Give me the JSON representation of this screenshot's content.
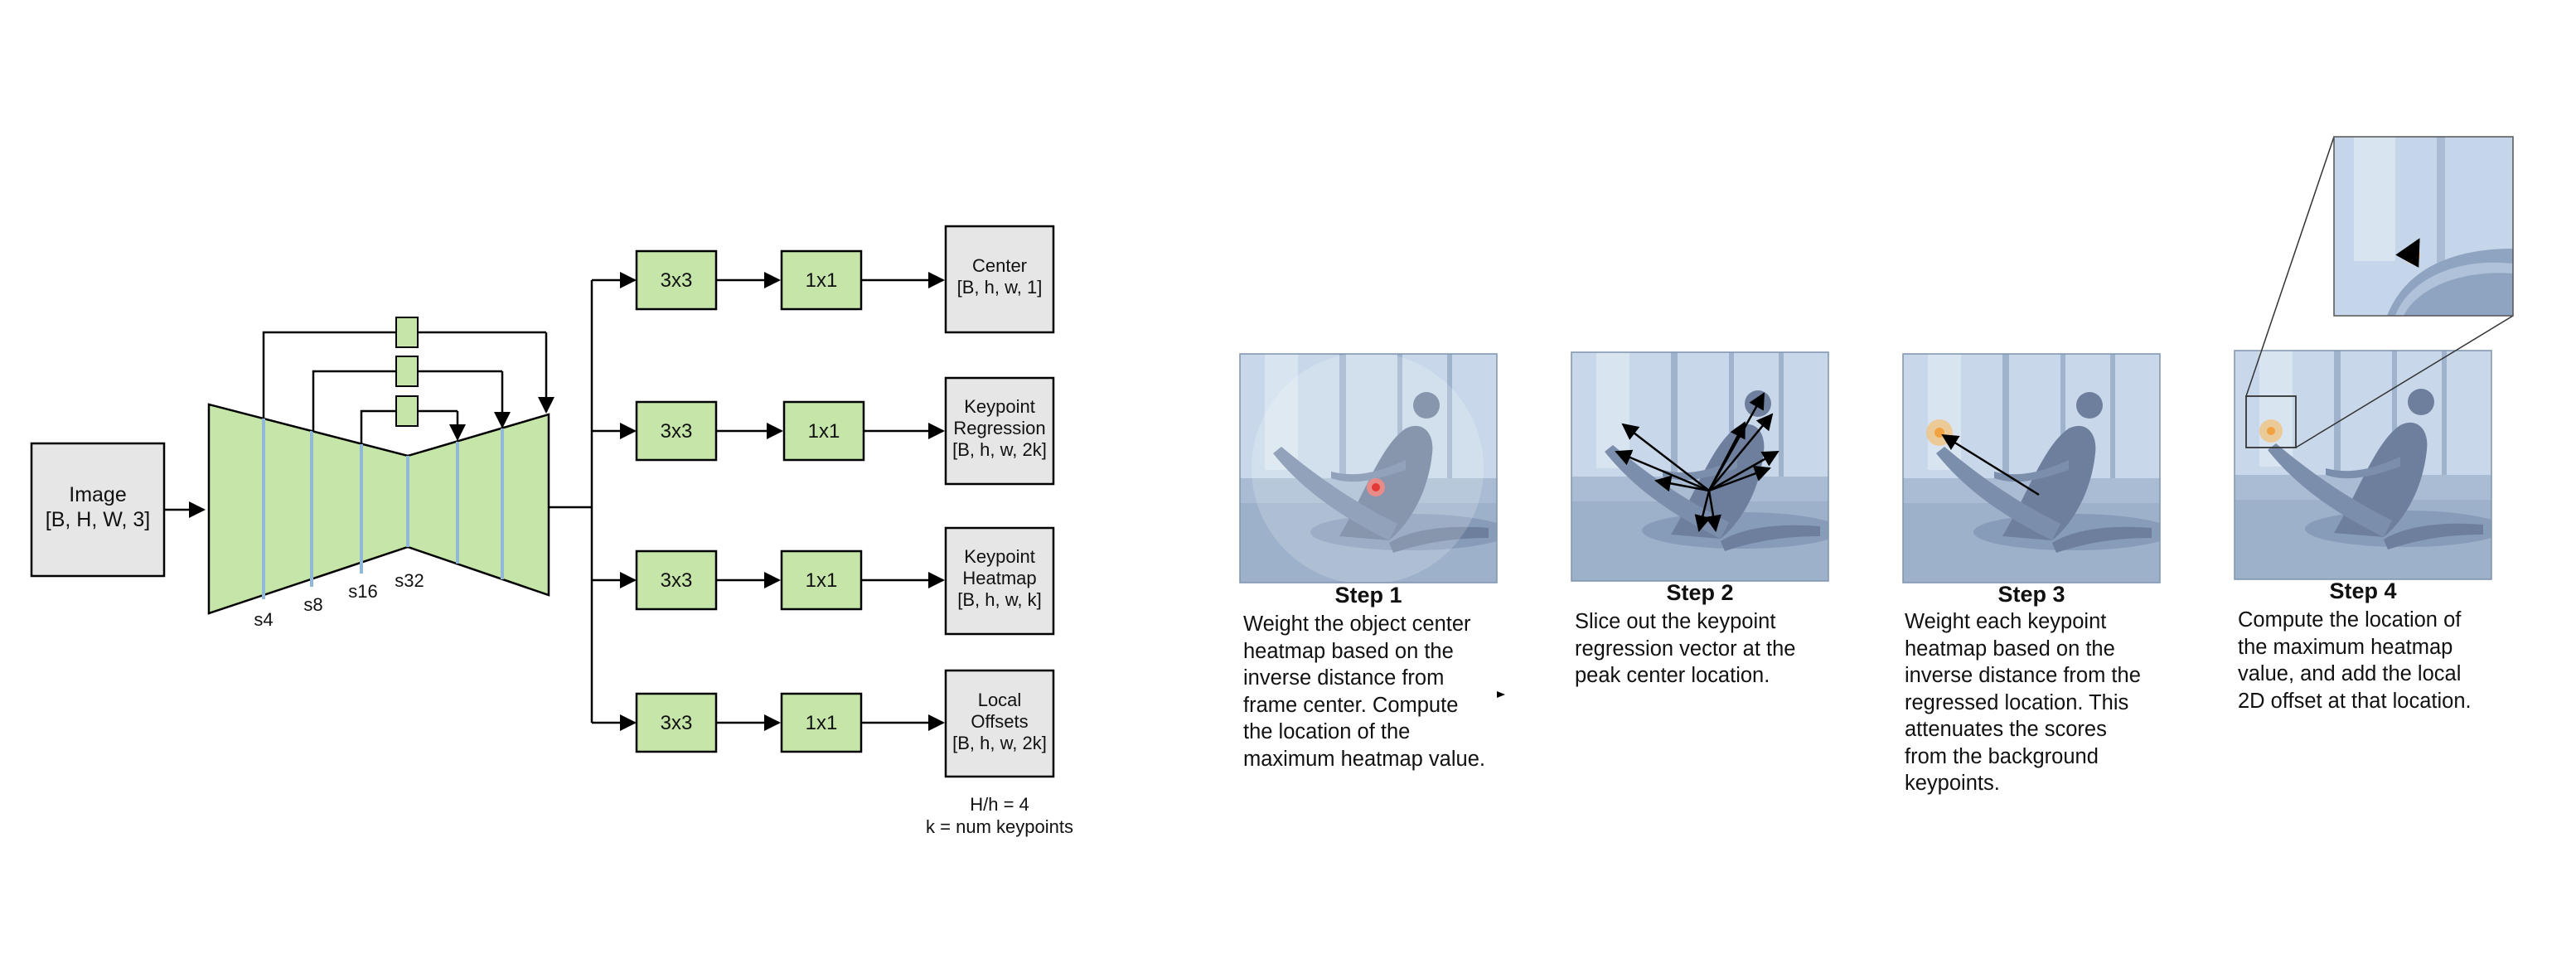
{
  "input": {
    "title": "Image",
    "shape": "[B, H, W, 3]"
  },
  "backbone": {
    "strides": [
      "s4",
      "s8",
      "s16",
      "s32"
    ]
  },
  "conv_labels": {
    "first": "3x3",
    "second": "1x1"
  },
  "heads": [
    {
      "title": "Center",
      "title2": "",
      "shape": "[B, h, w, 1]"
    },
    {
      "title": "Keypoint",
      "title2": "Regression",
      "shape": "[B, h, w, 2k]"
    },
    {
      "title": "Keypoint",
      "title2": "Heatmap",
      "shape": "[B, h, w, k]"
    },
    {
      "title": "Local",
      "title2": "Offsets",
      "shape": "[B, h, w, 2k]"
    }
  ],
  "notes": {
    "line1": "H/h = 4",
    "line2": "k = num keypoints"
  },
  "steps": [
    {
      "title": "Step 1",
      "text": [
        "Weight the object center",
        "heatmap based on the",
        "inverse distance from",
        "frame center. Compute",
        "the location of the",
        "maximum heatmap value."
      ]
    },
    {
      "title": "Step 2",
      "text": [
        "Slice out the keypoint",
        "regression vector at the",
        "peak center location."
      ]
    },
    {
      "title": "Step 3",
      "text": [
        "Weight each keypoint",
        "heatmap based on the",
        "inverse distance from the",
        "regressed location. This",
        "attenuates the scores",
        "from the background",
        "keypoints."
      ]
    },
    {
      "title": "Step 4",
      "text": [
        "Compute the location of",
        "the maximum heatmap",
        "value, and add the local",
        "2D offset at that location."
      ]
    }
  ],
  "colors": {
    "green": "#c6e5a9",
    "gray": "#e6e6e6",
    "photo_tint": "#a6bcd8",
    "skip_line": "#8fb9d6"
  }
}
